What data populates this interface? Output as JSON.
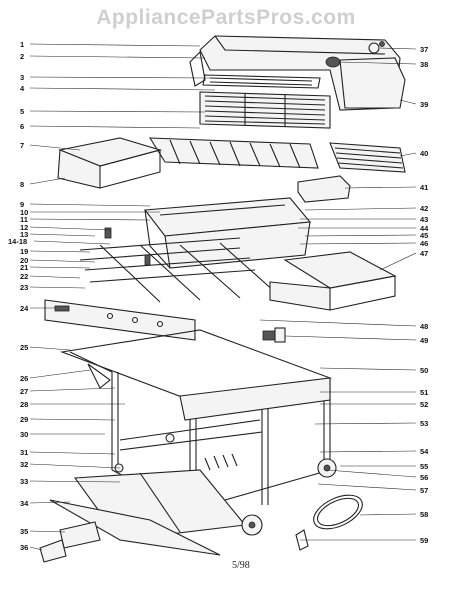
{
  "watermark": "AppliancePartsPros.com",
  "page_number": "5/98",
  "callouts": {
    "left": [
      "1",
      "2",
      "3",
      "4",
      "5",
      "6",
      "7",
      "8",
      "9",
      "10",
      "11",
      "12",
      "13",
      "14-18",
      "19",
      "20",
      "21",
      "22",
      "23",
      "24",
      "25",
      "26",
      "27",
      "28",
      "29",
      "30",
      "31",
      "32",
      "33",
      "34",
      "35",
      "36"
    ],
    "right": [
      "37",
      "38",
      "39",
      "40",
      "41",
      "42",
      "43",
      "44",
      "45",
      "46",
      "47",
      "48",
      "49",
      "50",
      "51",
      "52",
      "53",
      "54",
      "55",
      "56",
      "57",
      "58",
      "59"
    ]
  }
}
